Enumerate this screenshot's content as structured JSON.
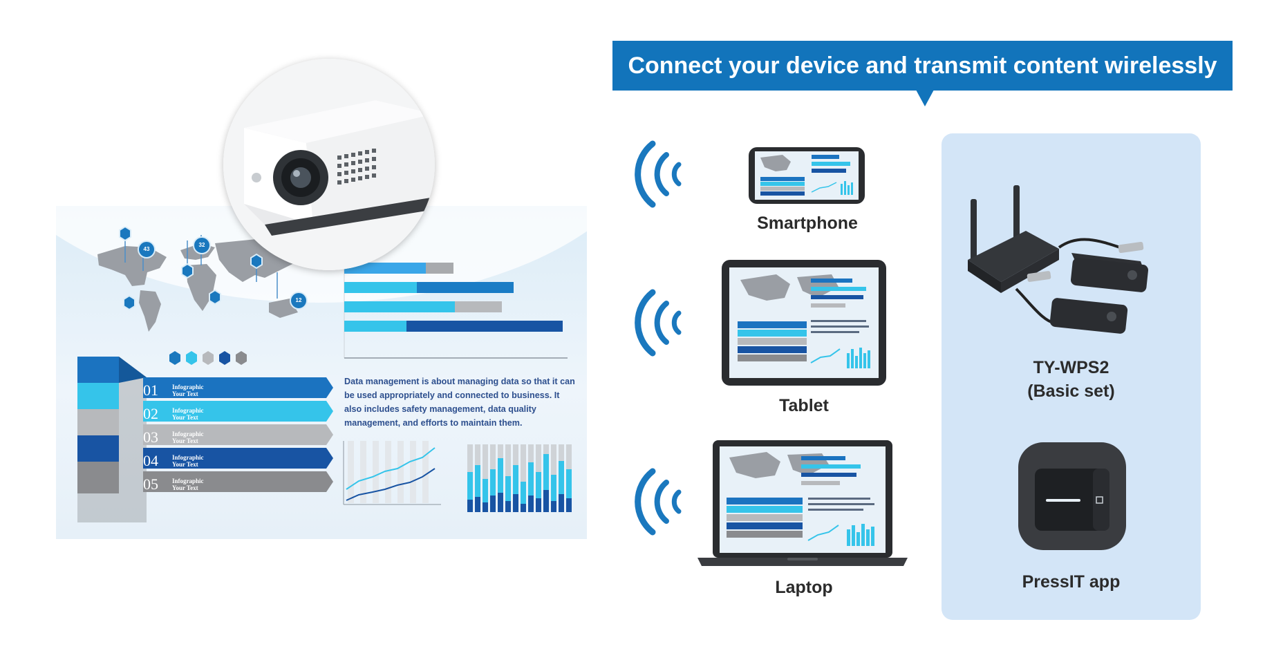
{
  "header": {
    "title": "Connect your device and transmit content wirelessly"
  },
  "devices": [
    {
      "label": "Smartphone"
    },
    {
      "label": "Tablet"
    },
    {
      "label": "Laptop"
    }
  ],
  "receiver": {
    "name_line1": "TY-WPS2",
    "name_line2": "(Basic set)",
    "app_label": "PressIT app"
  },
  "slide": {
    "paragraph": "Data management is about managing data so that it can be used appropriately and connected to business. It also includes safety management, data quality management, and efforts to maintain them.",
    "map_badges": [
      "43",
      "32",
      "12"
    ],
    "steps": [
      {
        "num": "01",
        "line1": "Infographic",
        "line2": "Your Text"
      },
      {
        "num": "02",
        "line1": "Infographic",
        "line2": "Your Text"
      },
      {
        "num": "03",
        "line1": "Infographic",
        "line2": "Your Text"
      },
      {
        "num": "04",
        "line1": "Infographic",
        "line2": "Your Text"
      },
      {
        "num": "05",
        "line1": "Infographic",
        "line2": "Your Text"
      }
    ]
  },
  "colors": {
    "brand_blue": "#1274bb",
    "panel_bg": "#d3e5f7",
    "wifi_blue": "#1a78be",
    "step_colors": [
      "#1b73c0",
      "#35c4ea",
      "#b7b9bc",
      "#1854a3",
      "#8a8b8e"
    ]
  },
  "icons": [
    "wifi-icon",
    "projector-icon",
    "receiver-icon",
    "pressit-button-icon",
    "world-map-icon"
  ]
}
